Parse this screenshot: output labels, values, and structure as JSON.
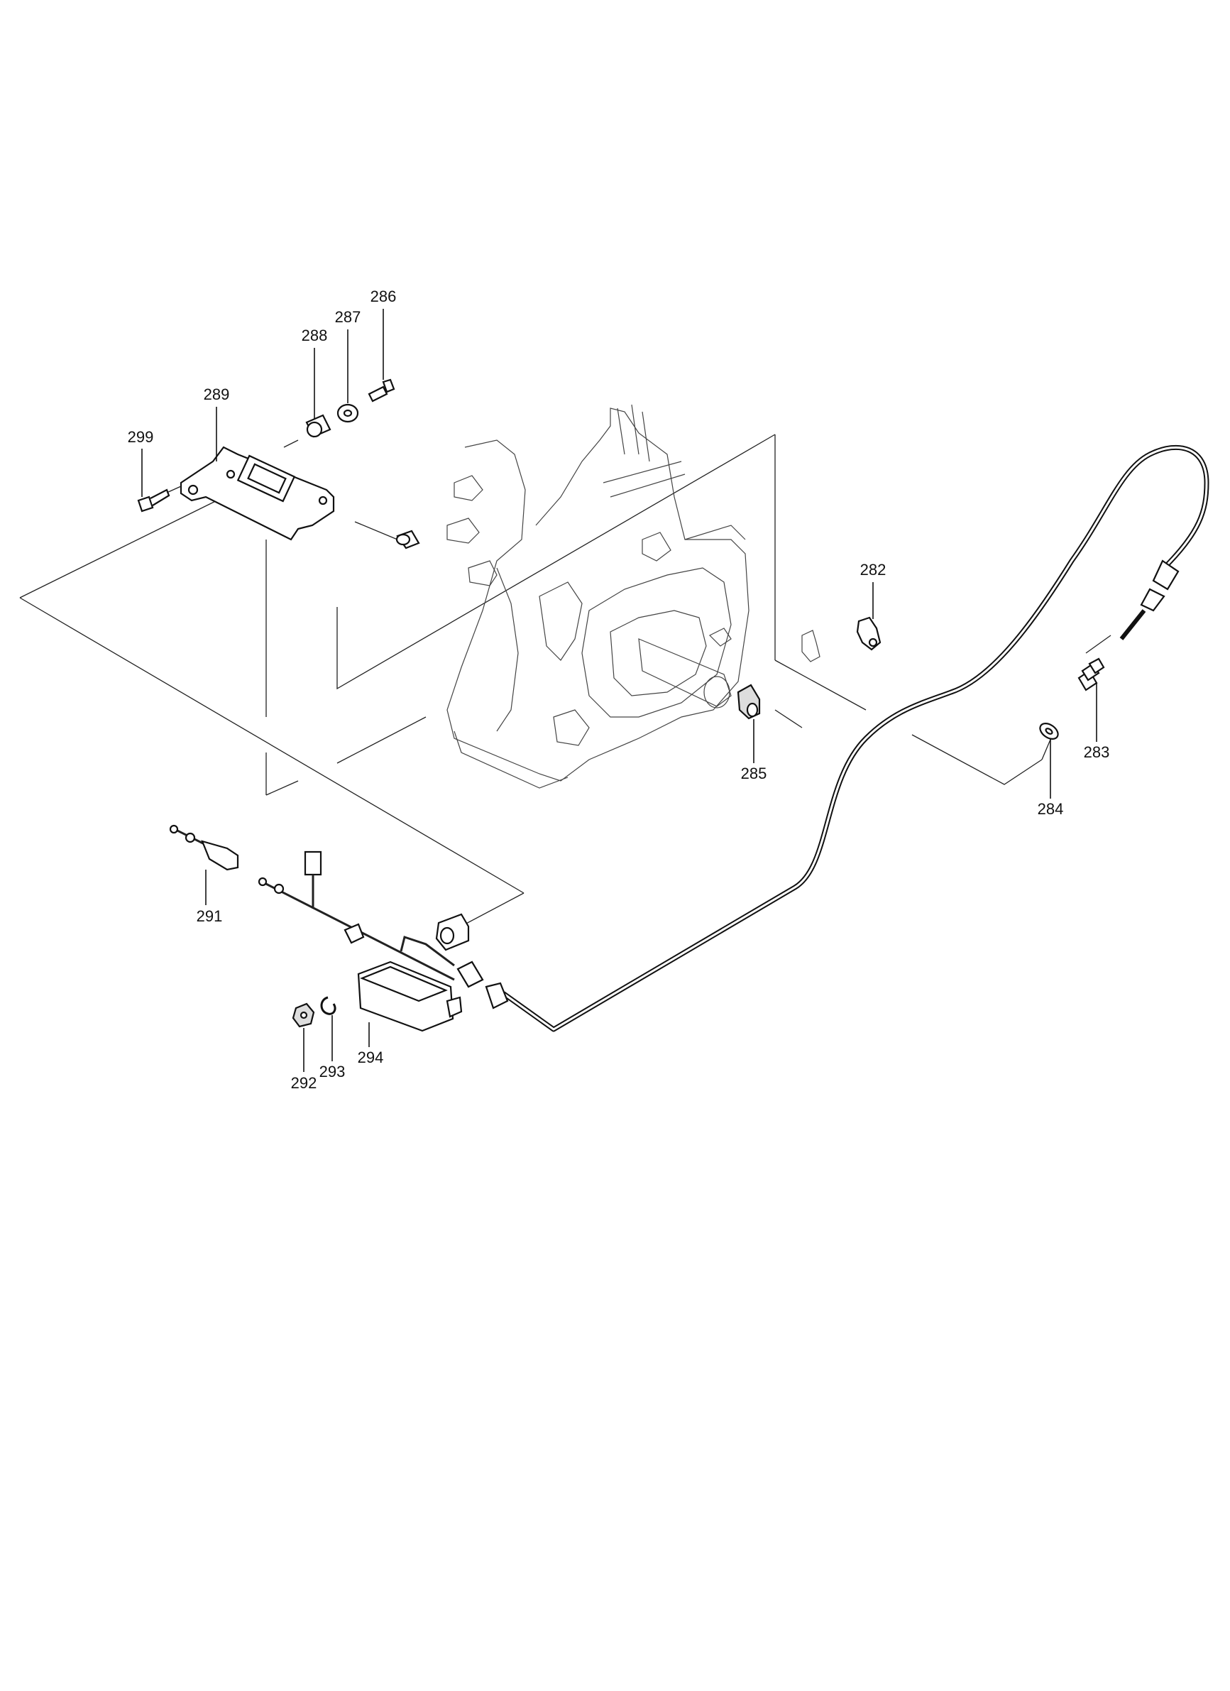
{
  "diagram": {
    "part_labels": {
      "p282": "282",
      "p283": "283",
      "p284": "284",
      "p285": "285",
      "p286": "286",
      "p287": "287",
      "p288": "288",
      "p289": "289",
      "p291": "291",
      "p292": "292",
      "p293": "293",
      "p294": "294",
      "p299": "299"
    }
  }
}
